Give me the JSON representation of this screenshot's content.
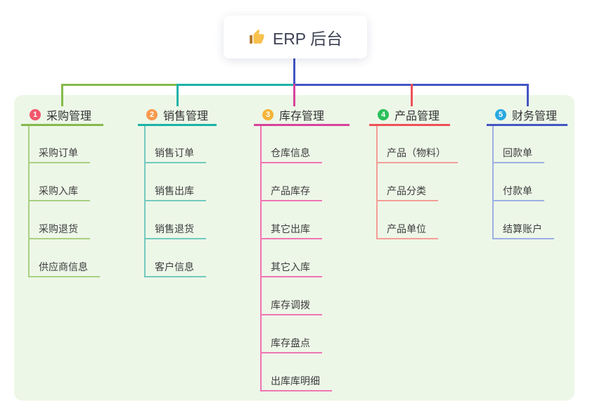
{
  "root": {
    "title": "ERP 后台",
    "icon": "thumbs-up-icon"
  },
  "canvas": {
    "background": "#ffffff",
    "panel_color": "#edf7e8",
    "text_color": "#3d3d3d",
    "root_connector_color": "#4356c3"
  },
  "branches": [
    {
      "badge": "1",
      "badge_color": "#f1566b",
      "label": "采购管理",
      "line_color": "#86ba4b",
      "child_line_color": "#a9d083",
      "children": [
        "采购订单",
        "采购入库",
        "采购退货",
        "供应商信息"
      ]
    },
    {
      "badge": "2",
      "badge_color": "#f9994e",
      "label": "销售管理",
      "line_color": "#1db3a7",
      "child_line_color": "#74cabe",
      "children": [
        "销售订单",
        "销售出库",
        "销售退货",
        "客户信息"
      ]
    },
    {
      "badge": "3",
      "badge_color": "#f4b43a",
      "label": "库存管理",
      "line_color": "#d7449c",
      "child_line_color": "#ef76b3",
      "children": [
        "仓库信息",
        "产品库存",
        "其它出库",
        "其它入库",
        "库存调拨",
        "库存盘点",
        "出库库明细"
      ]
    },
    {
      "badge": "4",
      "badge_color": "#2cbf5a",
      "label": "产品管理",
      "line_color": "#ee5158",
      "child_line_color": "#f49e97",
      "children": [
        "产品（物料）",
        "产品分类",
        "产品单位"
      ]
    },
    {
      "badge": "5",
      "badge_color": "#28a9e1",
      "label": "财务管理",
      "line_color": "#4356c3",
      "child_line_color": "#9cb0e2",
      "children": [
        "回款单",
        "付款单",
        "结算账户"
      ]
    }
  ]
}
